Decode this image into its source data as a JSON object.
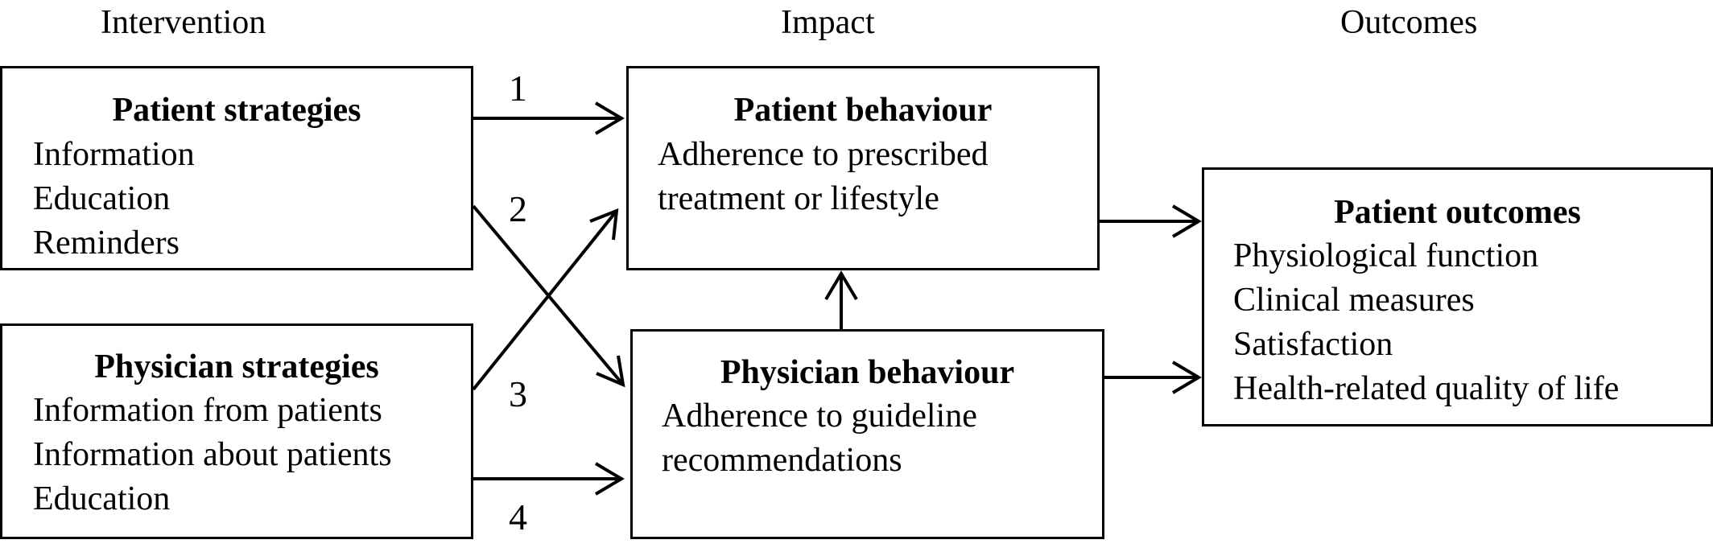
{
  "headers": {
    "intervention": "Intervention",
    "impact": "Impact",
    "outcomes": "Outcomes"
  },
  "patient_strategies": {
    "title": "Patient strategies",
    "items": [
      "Information",
      "Education",
      "Reminders"
    ]
  },
  "physician_strategies": {
    "title": "Physician strategies",
    "items": [
      "Information from patients",
      "Information about patients",
      "Education"
    ]
  },
  "patient_behaviour": {
    "title": "Patient behaviour",
    "items": [
      "Adherence to prescribed",
      "treatment or lifestyle"
    ]
  },
  "physician_behaviour": {
    "title": "Physician behaviour",
    "items": [
      "Adherence to guideline",
      "recommendations"
    ]
  },
  "patient_outcomes": {
    "title": "Patient outcomes",
    "items": [
      "Physiological function",
      "Clinical measures",
      "Satisfaction",
      "Health-related quality of life"
    ]
  },
  "pathways": [
    "1",
    "2",
    "3",
    "4"
  ]
}
